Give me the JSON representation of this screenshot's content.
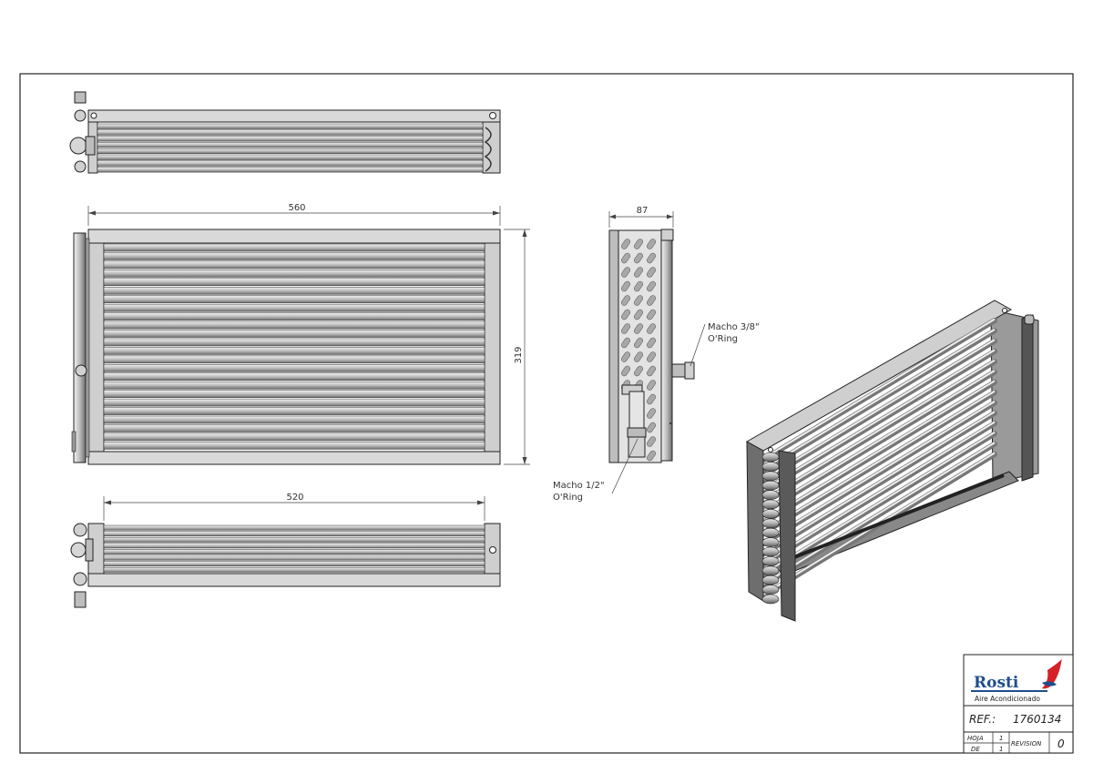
{
  "drawing": {
    "dimensions": {
      "top_width": "560",
      "height": "319",
      "depth": "87",
      "bottom_width": "520"
    },
    "callouts": {
      "outlet_line1": "Macho 3/8\"",
      "outlet_line2": "O'Ring",
      "inlet_line1": "Macho 1/2\"",
      "inlet_line2": "O'Ring"
    }
  },
  "title_block": {
    "logo_text": "Rosti",
    "logo_subtitle": "Aire Acondicionado",
    "ref_label": "REF.:",
    "ref_value": "1760134",
    "hoja_label": "HOJA",
    "hoja_value": "1",
    "de_label": "DE",
    "de_value": "1",
    "revision_label": "REVISION",
    "revision_value": "0"
  },
  "colors": {
    "line": "#222222",
    "fill_light": "#d9d9d9",
    "fill_mid": "#a8a8a8",
    "fill_dark": "#555555",
    "logo_blue": "#1f4e8c",
    "logo_red": "#d62027"
  }
}
